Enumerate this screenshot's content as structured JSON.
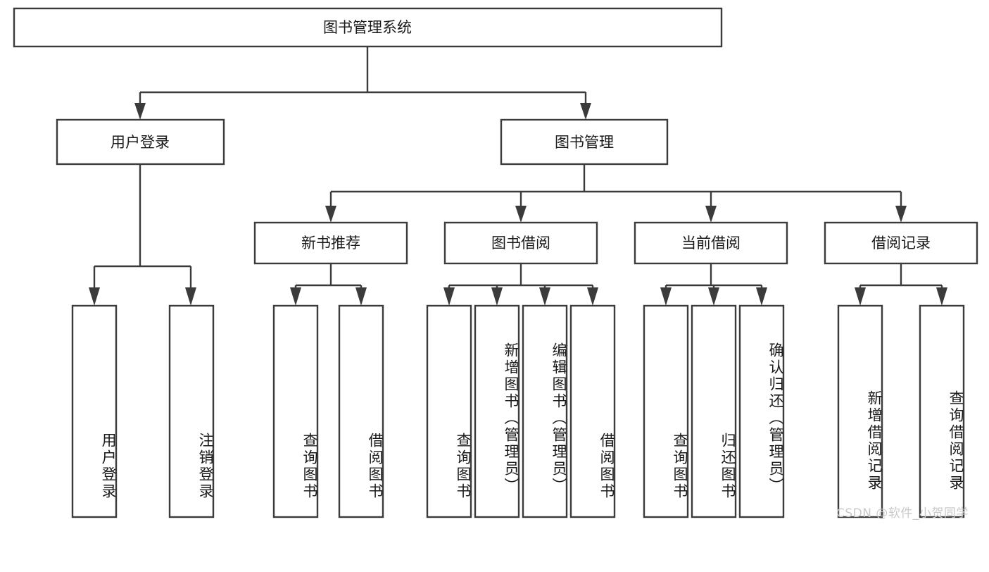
{
  "diagram": {
    "type": "tree",
    "title": "图书管理系统",
    "root": {
      "id": "root",
      "label": "图书管理系统"
    },
    "level2": [
      {
        "id": "user-login",
        "label": "用户登录"
      },
      {
        "id": "book-manage",
        "label": "图书管理"
      }
    ],
    "level3": [
      {
        "id": "new-book-recommend",
        "label": "新书推荐",
        "parent": "book-manage"
      },
      {
        "id": "book-borrow",
        "label": "图书借阅",
        "parent": "book-manage"
      },
      {
        "id": "current-borrow",
        "label": "当前借阅",
        "parent": "book-manage"
      },
      {
        "id": "borrow-record",
        "label": "借阅记录",
        "parent": "book-manage"
      }
    ],
    "leaves": [
      {
        "id": "leaf-user-login",
        "label": "用户登录",
        "parent": "user-login"
      },
      {
        "id": "leaf-user-logout",
        "label": "注销登录",
        "parent": "user-login"
      },
      {
        "id": "leaf-query-book-1",
        "label": "查询图书",
        "parent": "new-book-recommend"
      },
      {
        "id": "leaf-borrow-book-1",
        "label": "借阅图书",
        "parent": "new-book-recommend"
      },
      {
        "id": "leaf-query-book-2",
        "label": "查询图书",
        "parent": "book-borrow"
      },
      {
        "id": "leaf-add-book",
        "label": "新增图书（管理员）",
        "parent": "book-borrow"
      },
      {
        "id": "leaf-edit-book",
        "label": "编辑图书（管理员）",
        "parent": "book-borrow"
      },
      {
        "id": "leaf-borrow-book-2",
        "label": "借阅图书",
        "parent": "book-borrow"
      },
      {
        "id": "leaf-query-book-3",
        "label": "查询图书",
        "parent": "current-borrow"
      },
      {
        "id": "leaf-return-book",
        "label": "归还图书",
        "parent": "current-borrow"
      },
      {
        "id": "leaf-confirm-return",
        "label": "确认归还（管理员）",
        "parent": "current-borrow"
      },
      {
        "id": "leaf-add-record",
        "label": "新增借阅记录",
        "parent": "borrow-record"
      },
      {
        "id": "leaf-query-record",
        "label": "查询借阅记录",
        "parent": "borrow-record"
      }
    ],
    "colors": {
      "box_stroke": "#3b3b3b",
      "box_fill": "#ffffff",
      "connector": "#3b3b3b",
      "text": "#1a1a1a",
      "background": "#ffffff",
      "watermark": "#c9c9c9"
    }
  },
  "watermark": {
    "text": "CSDN @软件_小贺同学"
  }
}
